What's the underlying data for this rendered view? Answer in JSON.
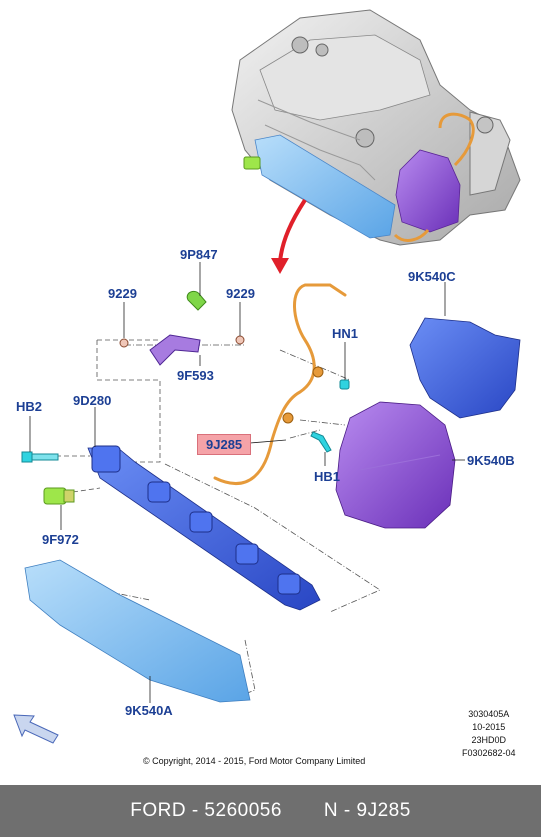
{
  "labels": {
    "p9P847": "9P847",
    "p9229_left": "9229",
    "p9229_right": "9229",
    "p9F593": "9F593",
    "pHN1": "HN1",
    "pHB2": "HB2",
    "p9D280": "9D280",
    "p9J285": "9J285",
    "pHB1": "HB1",
    "p9F972": "9F972",
    "p9K540C": "9K540C",
    "p9K540B": "9K540B",
    "p9K540A": "9K540A"
  },
  "doc_ref": [
    "3030405A",
    "10-2015",
    "23HD0D",
    "F0302682-04"
  ],
  "copyright": "© Copyright, 2014 - 2015, Ford Motor Company Limited",
  "footer": {
    "brand": "FORD - 5260056",
    "part": "N - 9J285"
  },
  "colors": {
    "label": "#1c3f94",
    "highlight": "#f5a3a8",
    "purple_part": "#8f49d6",
    "blue_part": "#3a5fe0",
    "light_blue_part": "#7fbff0",
    "orange_pipe": "#e69a3a",
    "engine_gray": "#cfcfcf",
    "arrow_red": "#e0202a",
    "footer_bg": "#6f6f6f"
  }
}
